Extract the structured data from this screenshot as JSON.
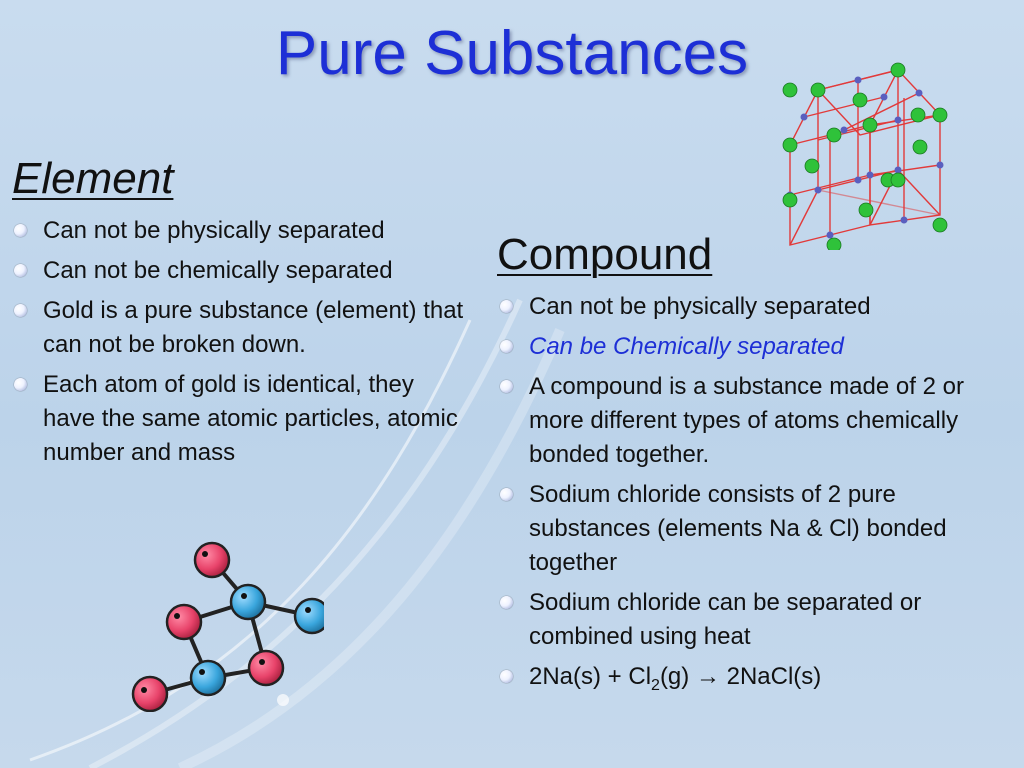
{
  "slide": {
    "title": "Pure Substances"
  },
  "element": {
    "heading": "Element",
    "bullets": [
      "Can not be physically separated",
      "Can not be chemically separated",
      "Gold is a pure substance (element) that can not be broken down.",
      "Each atom of gold is identical, they have the same atomic particles, atomic number and mass"
    ]
  },
  "compound": {
    "heading": "Compound",
    "bullets": [
      "Can not be physically separated",
      "Can be Chemically separated",
      "A compound is a substance made of 2 or more different types of atoms chemically bonded together.",
      "Sodium chloride consists of 2 pure substances (elements Na & Cl) bonded together",
      "Sodium chloride can be separated or combined using heat"
    ],
    "equation": {
      "lhs": "2Na(s) + Cl",
      "sub": "2",
      "rhs": "(g) → 2NaCl(s)"
    }
  },
  "colors": {
    "title": "#1d2fd6",
    "emphasis": "#1d2fd6",
    "crystal_lattice": "#e23a3a",
    "crystal_large_atom": "#2fc23a",
    "crystal_small_atom": "#5a5fbf",
    "molecule_red_atom": "#e8436a",
    "molecule_blue_atom": "#3aa6dd"
  },
  "icons": {
    "crystal": "nacl-crystal-lattice-icon",
    "molecule": "molecule-diagram-icon"
  }
}
